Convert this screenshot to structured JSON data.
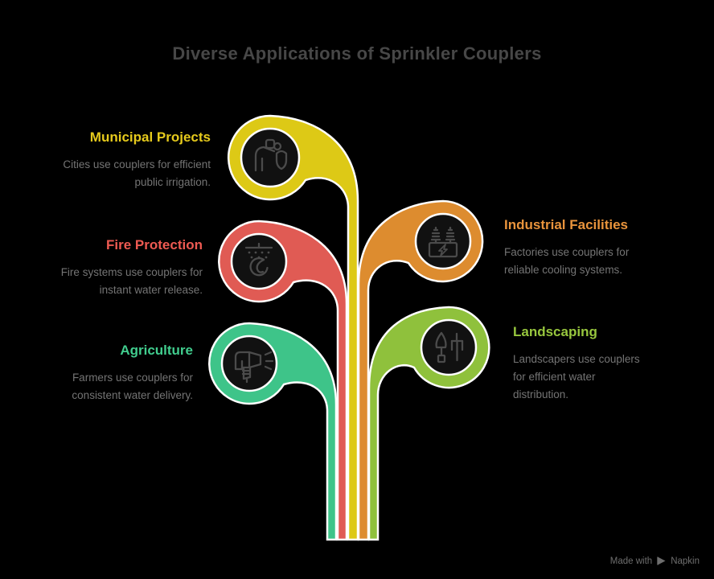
{
  "title": "Diverse Applications of Sprinkler Couplers",
  "branches": [
    {
      "label": "Municipal Projects",
      "description": "Cities use couplers for efficient public irrigation.",
      "color": "#ddc916",
      "label_color": "#e6ca1c",
      "icon": "drinking-fountain-icon"
    },
    {
      "label": "Fire Protection",
      "description": "Fire systems use couplers for instant water release.",
      "color": "#e05b54",
      "label_color": "#ee5a52",
      "icon": "fire-sprinkler-icon"
    },
    {
      "label": "Agriculture",
      "description": "Farmers use couplers for consistent water delivery.",
      "color": "#3ec489",
      "label_color": "#41cd8e",
      "icon": "spray-nozzle-icon"
    },
    {
      "label": "Industrial Facilities",
      "description": "Factories use couplers for reliable cooling systems.",
      "color": "#dd8c2f",
      "label_color": "#e9943c",
      "icon": "transformer-icon"
    },
    {
      "label": "Landscaping",
      "description": "Landscapers use couplers for efficient water distribution.",
      "color": "#8fc13c",
      "label_color": "#98c73e",
      "icon": "garden-tools-icon"
    }
  ],
  "watermark": {
    "text": "Made with",
    "brand": "Napkin"
  },
  "colors": {
    "background": "#000000",
    "title": "#474747",
    "body_text": "#747474",
    "outline": "#ffffff",
    "inner_circle": "#111111",
    "icon_stroke": "#4b4b4b",
    "watermark": "#6e6e6e"
  }
}
